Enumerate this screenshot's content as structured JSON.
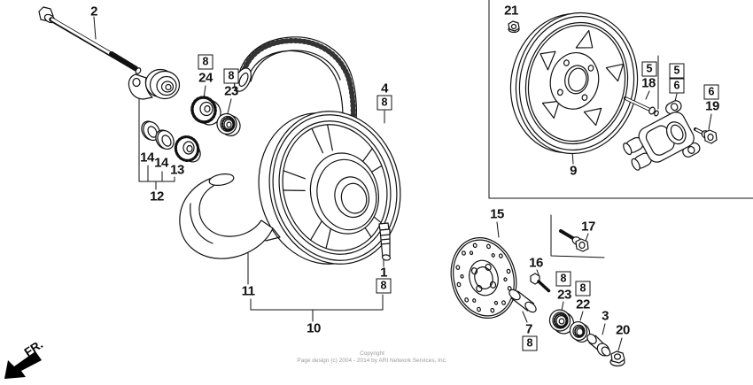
{
  "diagram": {
    "fr_indicator": "FR.",
    "copyright": {
      "line1": "Copyright",
      "line2": "Page design (c) 2004 - 2014 by ARI Network Services, Inc."
    },
    "callouts": {
      "c1": "1",
      "c2": "2",
      "c3": "3",
      "c4": "4",
      "c5": "5",
      "c6": "6",
      "c7": "7",
      "c8": "8",
      "c9": "9",
      "c10": "10",
      "c11": "11",
      "c12": "12",
      "c13": "13",
      "c14": "14",
      "c15": "15",
      "c16": "16",
      "c17": "17",
      "c18": "18",
      "c19": "19",
      "c20": "20",
      "c21": "21",
      "c22": "22",
      "c23": "23",
      "c24": "24"
    },
    "colors": {
      "ink": "#111111",
      "background": "#ffffff",
      "watermark": "#9b9b9b"
    }
  }
}
